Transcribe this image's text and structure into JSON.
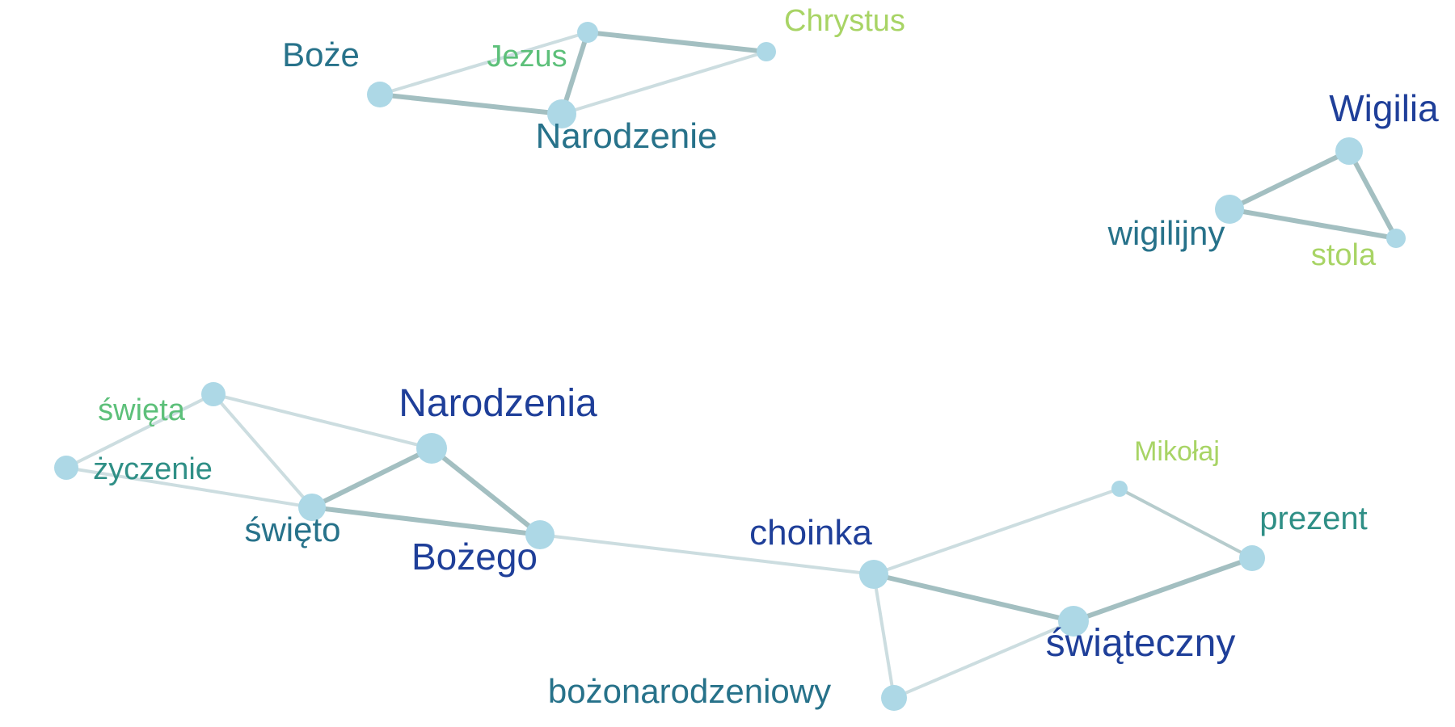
{
  "palette": {
    "node_fill": "#add8e6",
    "edge_strong": "#a3bfc1",
    "edge_medium": "#b6cccd",
    "edge_weak": "#ccdde0",
    "label_dark_blue": "#1f3f99",
    "label_teal_blue": "#27728a",
    "label_teal": "#2f8f86",
    "label_green": "#5dc07a",
    "label_lime": "#a8d465"
  },
  "nodes": [
    {
      "id": "boze",
      "label": "Boże",
      "color": "label_teal_blue",
      "font_size": 42
    },
    {
      "id": "jezus",
      "label": "Jezus",
      "color": "label_green",
      "font_size": 38
    },
    {
      "id": "chrystus",
      "label": "Chrystus",
      "color": "label_lime",
      "font_size": 38
    },
    {
      "id": "narodzenie",
      "label": "Narodzenie",
      "color": "label_teal_blue",
      "font_size": 44
    },
    {
      "id": "wigilia",
      "label": "Wigilia",
      "color": "label_dark_blue",
      "font_size": 46
    },
    {
      "id": "wigilijny",
      "label": "wigilijny",
      "color": "label_teal_blue",
      "font_size": 42
    },
    {
      "id": "stola",
      "label": "stola",
      "color": "label_lime",
      "font_size": 38
    },
    {
      "id": "swieta",
      "label": "święta",
      "color": "label_green",
      "font_size": 38
    },
    {
      "id": "zyczenie",
      "label": "życzenie",
      "color": "label_teal",
      "font_size": 38
    },
    {
      "id": "narodzenia",
      "label": "Narodzenia",
      "color": "label_dark_blue",
      "font_size": 48
    },
    {
      "id": "swieto",
      "label": "święto",
      "color": "label_teal_blue",
      "font_size": 42
    },
    {
      "id": "bozego",
      "label": "Bożego",
      "color": "label_dark_blue",
      "font_size": 46
    },
    {
      "id": "choinka",
      "label": "choinka",
      "color": "label_dark_blue",
      "font_size": 44
    },
    {
      "id": "mikolaj",
      "label": "Mikołaj",
      "color": "label_lime",
      "font_size": 34
    },
    {
      "id": "prezent",
      "label": "prezent",
      "color": "label_teal",
      "font_size": 40
    },
    {
      "id": "swiateczny",
      "label": "świąteczny",
      "color": "label_dark_blue",
      "font_size": 48
    },
    {
      "id": "bozonarodzeniowy",
      "label": "bożonarodzeniowy",
      "color": "label_teal_blue",
      "font_size": 42
    }
  ],
  "edges": [
    {
      "source": "boze",
      "target": "jezus",
      "strength": "edge_weak"
    },
    {
      "source": "boze",
      "target": "narodzenie",
      "strength": "edge_strong"
    },
    {
      "source": "jezus",
      "target": "narodzenie",
      "strength": "edge_strong"
    },
    {
      "source": "jezus",
      "target": "chrystus",
      "strength": "edge_strong"
    },
    {
      "source": "narodzenie",
      "target": "chrystus",
      "strength": "edge_weak"
    },
    {
      "source": "wigilia",
      "target": "wigilijny",
      "strength": "edge_strong"
    },
    {
      "source": "wigilia",
      "target": "stola",
      "strength": "edge_strong"
    },
    {
      "source": "wigilijny",
      "target": "stola",
      "strength": "edge_strong"
    },
    {
      "source": "swieta",
      "target": "zyczenie",
      "strength": "edge_weak"
    },
    {
      "source": "swieta",
      "target": "swieto",
      "strength": "edge_weak"
    },
    {
      "source": "swieta",
      "target": "narodzenia",
      "strength": "edge_weak"
    },
    {
      "source": "zyczenie",
      "target": "swieto",
      "strength": "edge_weak"
    },
    {
      "source": "swieto",
      "target": "narodzenia",
      "strength": "edge_strong"
    },
    {
      "source": "swieto",
      "target": "bozego",
      "strength": "edge_strong"
    },
    {
      "source": "narodzenia",
      "target": "bozego",
      "strength": "edge_strong"
    },
    {
      "source": "bozego",
      "target": "choinka",
      "strength": "edge_weak"
    },
    {
      "source": "choinka",
      "target": "mikolaj",
      "strength": "edge_weak"
    },
    {
      "source": "choinka",
      "target": "swiateczny",
      "strength": "edge_strong"
    },
    {
      "source": "choinka",
      "target": "bozonarodzeniowy",
      "strength": "edge_weak"
    },
    {
      "source": "mikolaj",
      "target": "prezent",
      "strength": "edge_medium"
    },
    {
      "source": "prezent",
      "target": "swiateczny",
      "strength": "edge_strong"
    },
    {
      "source": "swiateczny",
      "target": "bozonarodzeniowy",
      "strength": "edge_weak"
    }
  ]
}
